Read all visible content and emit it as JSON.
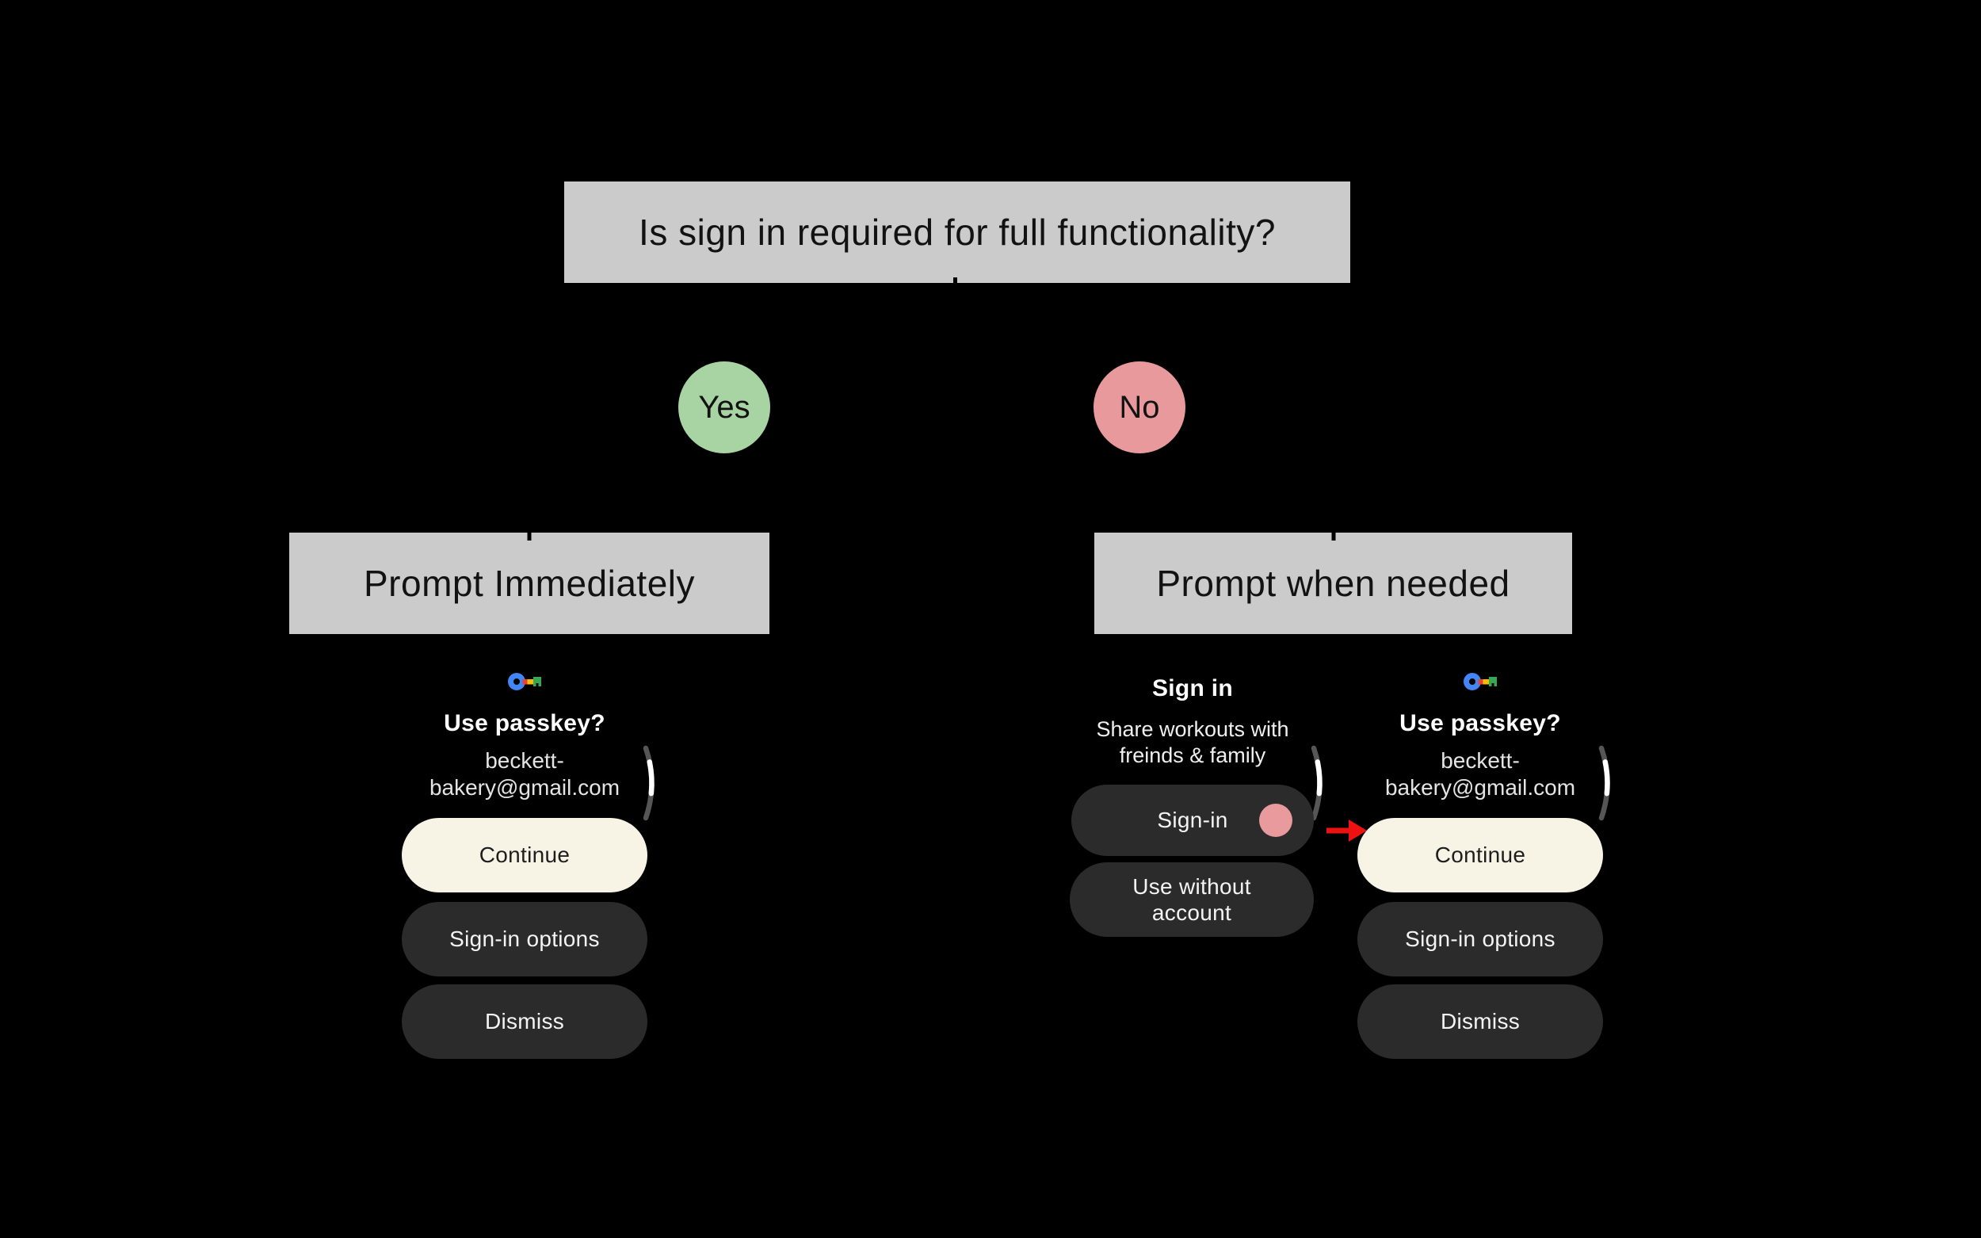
{
  "colors": {
    "background": "#000000",
    "box-gray": "#CBCBCB",
    "yes-green": "#A8D3A2",
    "no-pink": "#E8999B",
    "cream": "#F8F4E5",
    "dark-button": "#2B2B2B",
    "tap-pink": "#E99A9D",
    "arrow-red": "#EE1111",
    "scroll-track": "#565656",
    "scroll-thumb": "#FFFFFF",
    "key-blue": "#4285F4",
    "key-red": "#EA4335",
    "key-yellow": "#FBBC04",
    "key-green": "#34A853"
  },
  "flowchart": {
    "question": "Is sign in required for full functionality?",
    "yes": "Yes",
    "no": "No",
    "branch_left": "Prompt Immediately",
    "branch_right": "Prompt when needed"
  },
  "passkey_screen": {
    "icon": "passkey-key-icon",
    "title": "Use passkey?",
    "email_line1": "beckett-",
    "email_line2": "bakery@gmail.com",
    "buttons": {
      "continue": "Continue",
      "signin_options": "Sign-in options",
      "dismiss": "Dismiss"
    }
  },
  "signin_screen": {
    "title": "Sign in",
    "subtitle_line1": "Share workouts with",
    "subtitle_line2": "freinds & family",
    "buttons": {
      "signin": "Sign-in",
      "use_without_account": "Use without account"
    }
  },
  "icons": {
    "passkey": "passkey-key-icon",
    "tap": "tap-indicator-dot",
    "arrow": "red-arrow-right-icon",
    "scroll": "scroll-position-indicator"
  }
}
